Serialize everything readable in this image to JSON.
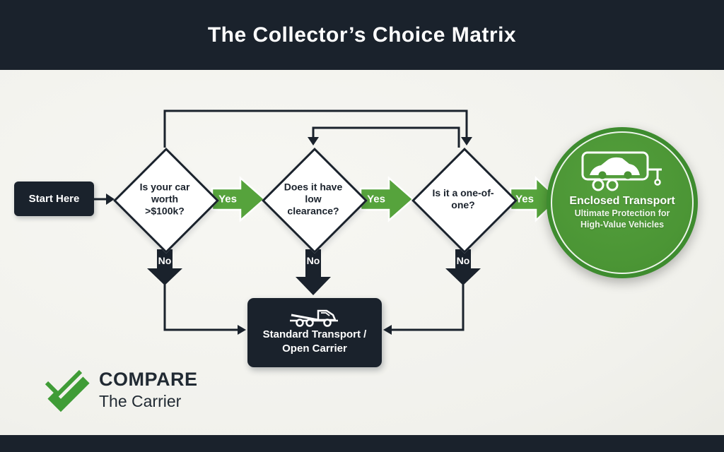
{
  "header": {
    "title": "The Collector’s Choice Matrix"
  },
  "flow": {
    "start_label": "Start Here",
    "yes_label": "Yes",
    "no_label": "No",
    "decisions": [
      {
        "label": "Is your car worth >$100k?"
      },
      {
        "label": "Does it have low clearance?"
      },
      {
        "label": "Is it a one-of-one?"
      }
    ],
    "standard_node": {
      "line1": "Standard Transport /",
      "line2": "Open Carrier"
    },
    "enclosed_node": {
      "title": "Enclosed Transport",
      "subtitle_line1": "Ultimate Protection for",
      "subtitle_line2": "High-Value Vehicles"
    }
  },
  "brand": {
    "name": "COMPARE",
    "tagline": "The Carrier"
  },
  "colors": {
    "navy": "#1A222C",
    "green": "#56A33C",
    "green_dark": "#3E8C2F",
    "background": "#F4F4F0"
  }
}
